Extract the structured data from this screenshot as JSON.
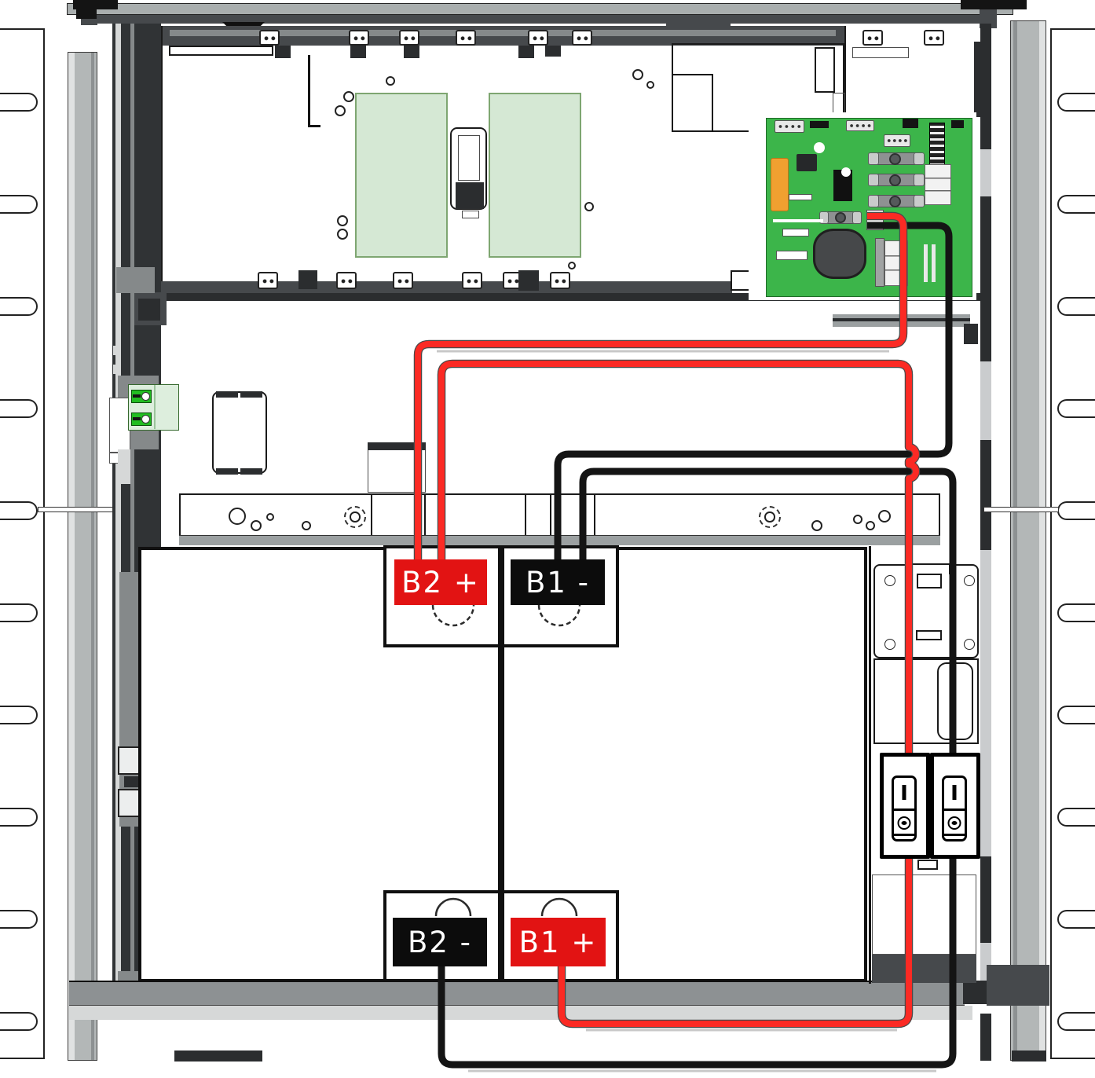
{
  "diagram": {
    "type": "battery-wiring-diagram",
    "terminals": {
      "top_left": {
        "text": "B2 +",
        "color_key": "label_red"
      },
      "top_right": {
        "text": "B1 -",
        "color_key": "label_black"
      },
      "bottom_left": {
        "text": "B2 -",
        "color_key": "label_black"
      },
      "bottom_right": {
        "text": "B1 +",
        "color_key": "label_red"
      }
    },
    "connections": [
      {
        "from": "controller-board",
        "to": "B2 +",
        "wire": "red"
      },
      {
        "from": "B2 +",
        "to": "B1 +",
        "wire": "red"
      },
      {
        "from": "controller-board",
        "to": "B1 -",
        "wire": "black"
      },
      {
        "from": "B1 -",
        "to": "B2 -",
        "wire": "black"
      }
    ],
    "colors": {
      "label_red": "#e21313",
      "label_black": "#0c0c0c",
      "wire_red": "#fb2a24",
      "wire_black": "#141414",
      "pcb_green": "#3cb54a",
      "pale_green": "#d5e8d4",
      "terminal_green": "#21bd21"
    }
  }
}
